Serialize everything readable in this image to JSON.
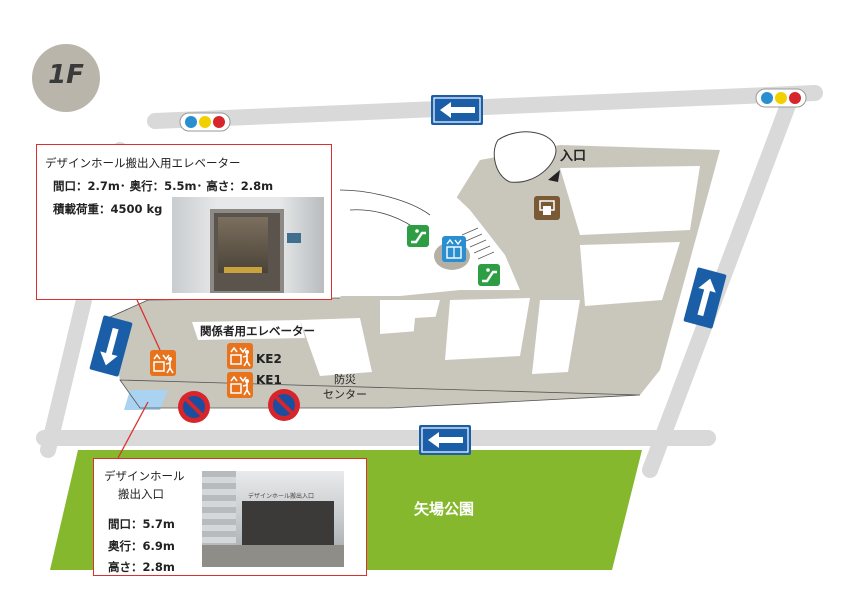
{
  "floor": {
    "label": "1F"
  },
  "labels": {
    "entrance": "入口",
    "staff_elevator": "関係者用エレベーター",
    "ke2": "KE2",
    "ke1": "KE1",
    "disaster_center_line1": "防災",
    "disaster_center_line2": "センター",
    "park": "矢場公園"
  },
  "elevator_callout": {
    "title": "デザインホール搬出入用エレベーター",
    "dimensions": "間口：2.7m･ 奥行：5.5m･ 高さ：2.8m",
    "load": "積載荷重：4500 kg"
  },
  "entrance_callout": {
    "title_line1": "デザインホール",
    "title_line2": "搬出入口",
    "width": "間口：5.7m",
    "depth": "奥行：6.9m",
    "height": "高さ：2.8m"
  },
  "photo_sign": "デザインホール搬出入口",
  "colors": {
    "floor_badge": "#b9b5ab",
    "road": "#d9d9d9",
    "park": "#86b82e",
    "building": "#c9c6bc",
    "callout_border": "#d9322e",
    "oneway_sign": "#1a5ea8",
    "no_parking": "#d6252b",
    "escalator_icon": "#2e9e44",
    "elevator_icon": "#2a8fd0",
    "freight_elevator_icon": "#e8731d",
    "atm_icon": "#7a5a35",
    "loading_area": "#a9d3f0"
  },
  "icons": [
    "arrow-left-sign-icon",
    "arrow-up-sign-icon",
    "arrow-down-sign-icon",
    "traffic-light-icon",
    "no-parking-icon",
    "escalator-icon",
    "elevator-icon",
    "freight-elevator-icon",
    "atm-icon",
    "entrance-arrow-icon"
  ]
}
